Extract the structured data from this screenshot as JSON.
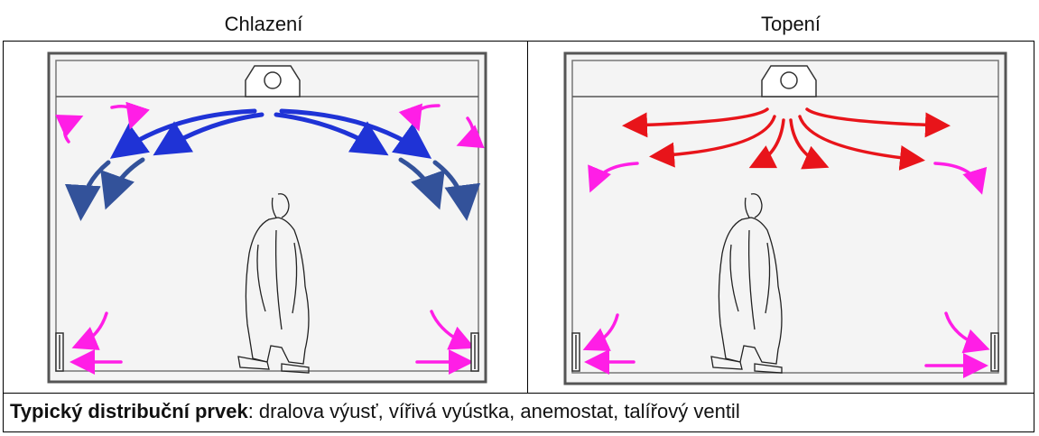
{
  "headings": {
    "left": "Chlazení",
    "right": "Topení"
  },
  "caption": {
    "bold": "Typický distribuční prvek",
    "rest": ": dralova výusť, vířivá vyústka, anemostat, talířový ventil"
  },
  "colors": {
    "cooling_arrow": "#1f33d6",
    "cooling_fall": "#33529a",
    "heating_arrow": "#e8141a",
    "secondary_arrow": "#ff1ee6",
    "room_fill": "#f4f4f4"
  },
  "icons": {
    "diffuser": "ceiling-diffuser-icon",
    "person": "walking-person-icon",
    "outlet": "wall-outlet-icon"
  }
}
